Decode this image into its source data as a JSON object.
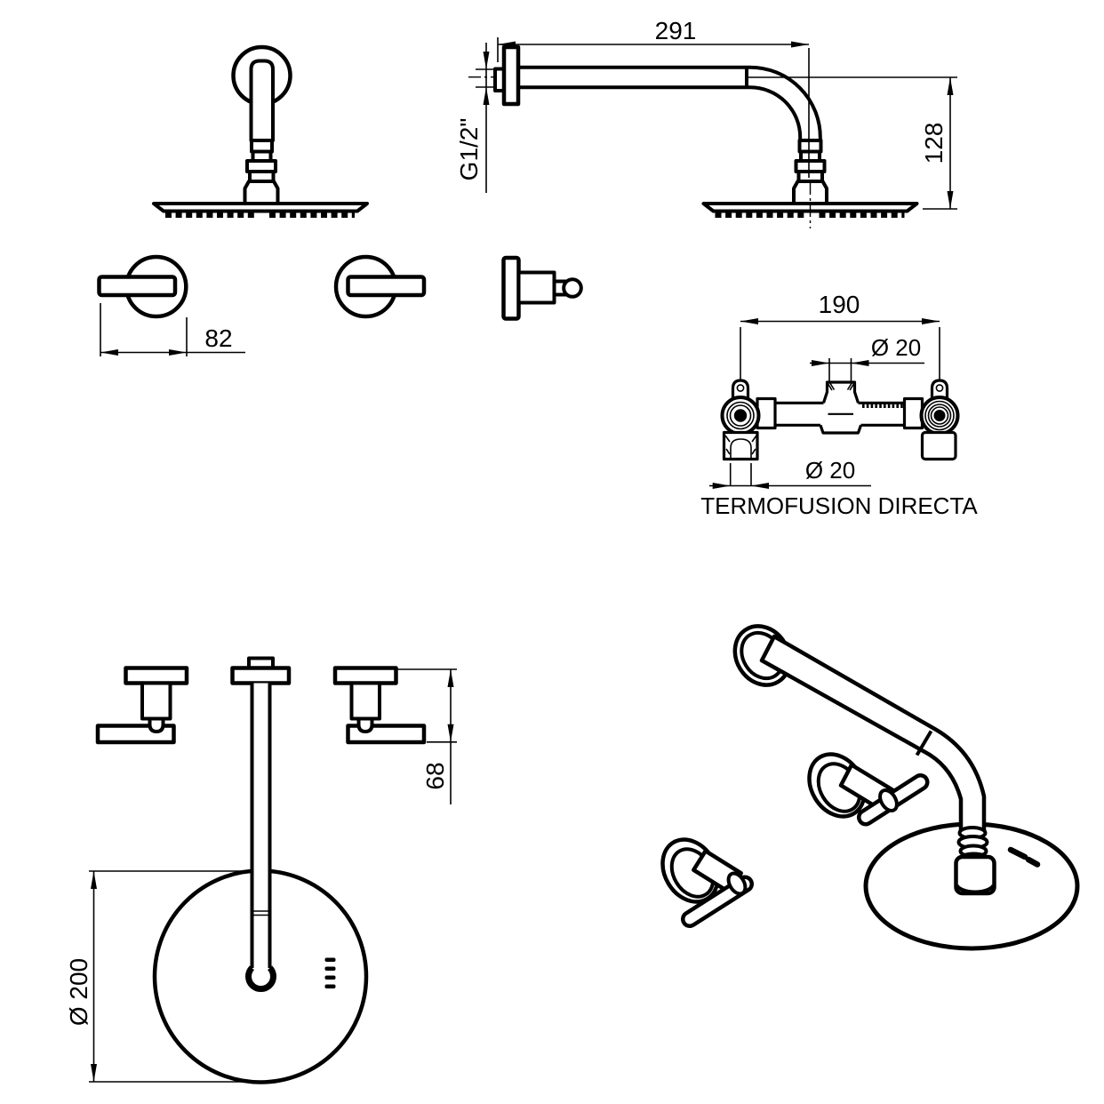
{
  "drawing": {
    "side_view": {
      "arm_length": "291",
      "thread_size": "G1/2\"",
      "drop_height": "128"
    },
    "front_handle_view": {
      "handle_length": "82"
    },
    "valve_body_view": {
      "center_distance": "190",
      "outlet_diameter": "Ø 20",
      "inlet_diameter": "Ø 20",
      "note": "TERMOFUSION DIRECTA"
    },
    "top_view": {
      "handle_projection": "68",
      "head_diameter": "Ø 200"
    }
  }
}
